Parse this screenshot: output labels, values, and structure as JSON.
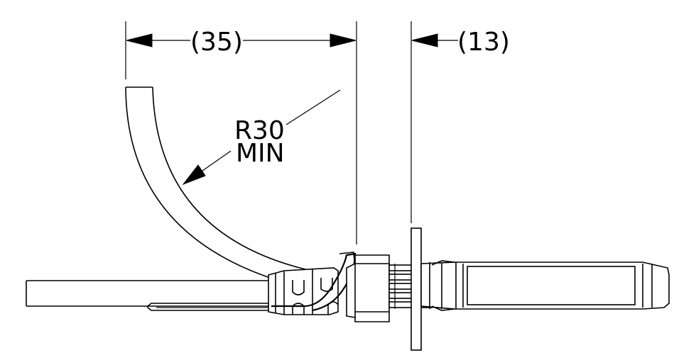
{
  "dimensions": {
    "horizontal_offset": "(35)",
    "flange_offset": "(13)",
    "bend_radius_value": "R30",
    "bend_radius_qualifier": "MIN"
  },
  "colors": {
    "ink": "#000000",
    "background": "#ffffff"
  }
}
